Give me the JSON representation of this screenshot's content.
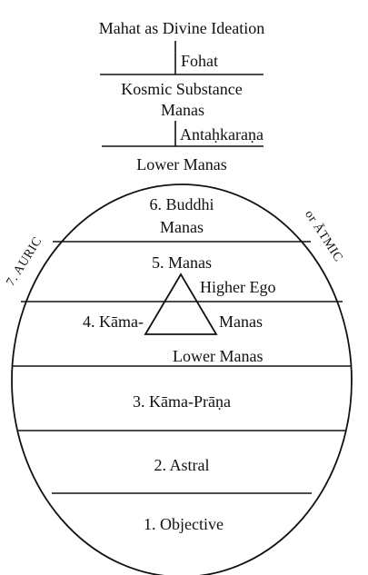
{
  "header": {
    "title": "Mahat as Divine Ideation",
    "fohat": "Fohat",
    "kosmic_substance": "Kosmic Substance",
    "manas": "Manas",
    "antahkarana": "Antaḥkaraṇa",
    "lower_manas": "Lower Manas"
  },
  "side_labels": {
    "left": "7. AURIC",
    "right": "or ĀTMIC"
  },
  "planes": {
    "buddhi_line1": "6. Buddhi",
    "buddhi_line2": "Manas",
    "manas": "5. Manas",
    "higher_ego": "Higher Ego",
    "kama_left": "4. Kāma-",
    "kama_right": "Manas",
    "lower_manas": "Lower Manas",
    "kama_prana": "3. Kāma-Prāṇa",
    "astral": "2. Astral",
    "objective": "1. Objective"
  },
  "colors": {
    "ink": "#111111",
    "background": "#ffffff"
  }
}
